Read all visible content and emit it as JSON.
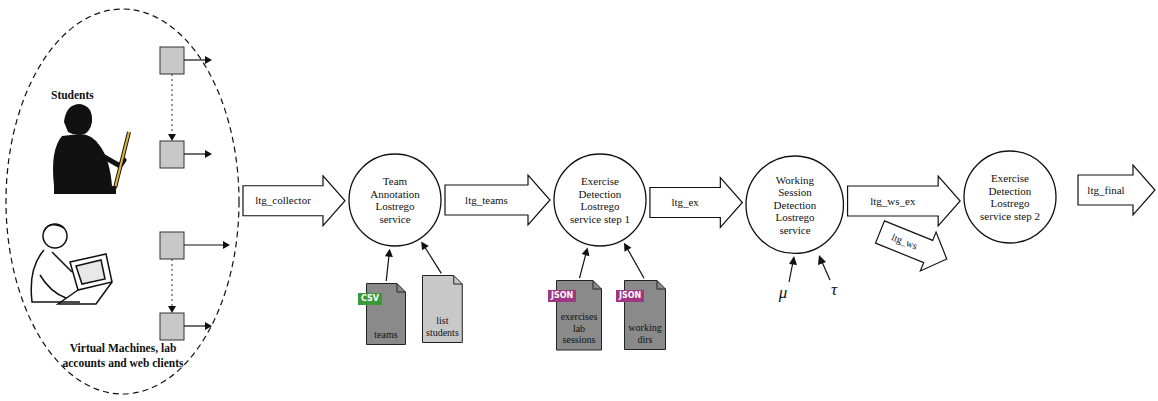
{
  "diagram": {
    "nodes": [
      {
        "text": [
          "Students",
          "Virtual Machines, lab accounts and web clients"
        ]
      },
      {
        "text": [
          "Team Annotation Lostrego service"
        ]
      },
      {
        "text": [
          "Exercise Detection Lostrego service step 1"
        ]
      },
      {
        "text": [
          "Working Session Detection Lostrego service"
        ]
      },
      {
        "text": [
          "Exercise Detection Lostrego service step 2"
        ]
      },
      {
        "text": [
          "CSV",
          "teams"
        ]
      },
      {
        "text": [
          "list students"
        ]
      },
      {
        "text": [
          "JSON",
          "exercises lab sessions"
        ]
      },
      {
        "text": [
          "JSON",
          "working dirs"
        ]
      }
    ],
    "edges": [
      {
        "from": 0,
        "to": 1,
        "label": "ltg_collector",
        "arrow": "to"
      },
      {
        "from": 1,
        "to": 2,
        "label": "ltg_teams",
        "arrow": "to"
      },
      {
        "from": 2,
        "to": 3,
        "label": "ltg_ex",
        "arrow": "to"
      },
      {
        "from": 3,
        "to": 4,
        "label": "ltg_ws_ex",
        "arrow": "to"
      },
      {
        "from": 5,
        "to": 1,
        "arrow": "to"
      },
      {
        "from": 6,
        "to": 1,
        "arrow": "to"
      },
      {
        "from": 7,
        "to": 2,
        "arrow": "to"
      },
      {
        "from": 8,
        "to": 2,
        "arrow": "to"
      }
    ],
    "labels": [
      "ltg_ws",
      "ltg_final",
      "μ",
      "τ"
    ]
  }
}
